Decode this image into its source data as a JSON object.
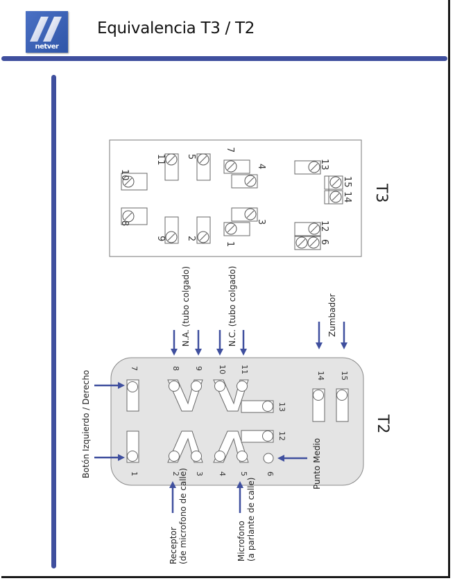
{
  "header": {
    "logo_text": "netver",
    "title": "Equivalencia T3 / T2"
  },
  "colors": {
    "accent": "#3f4f9e",
    "panel_fill": "#e4e4e4",
    "outline": "#555555"
  },
  "t3": {
    "label": "T3",
    "terminals": {
      "t10": "10",
      "t11": "11",
      "t5": "5",
      "t7": "7",
      "t4": "4",
      "t13": "13",
      "t15": "15",
      "t14": "14",
      "t8": "8",
      "t9": "9",
      "t2": "2",
      "t1": "1",
      "t3": "3",
      "t12": "12",
      "t6": "6"
    }
  },
  "t2": {
    "label": "T2",
    "terminals": {
      "t7": "7",
      "t8": "8",
      "t9": "9",
      "t10": "10",
      "t11": "11",
      "t14": "14",
      "t15": "15",
      "t13": "13",
      "t12": "12",
      "t1": "1",
      "t2": "2",
      "t3": "3",
      "t4": "4",
      "t5": "5",
      "t6": "6"
    }
  },
  "annotations": {
    "boton": "Botón Izquierdo / Derecho",
    "na": "N.A. (tubo colgado)",
    "nc": "N.C. (tubo colgado)",
    "zumbador": "Zumbador",
    "punto_medio": "Punto Medio",
    "receptor_1": "Receptor",
    "receptor_2": "(de microfono de calle)",
    "microfono_1": "Microfono",
    "microfono_2": "(a parlante de calle)"
  }
}
